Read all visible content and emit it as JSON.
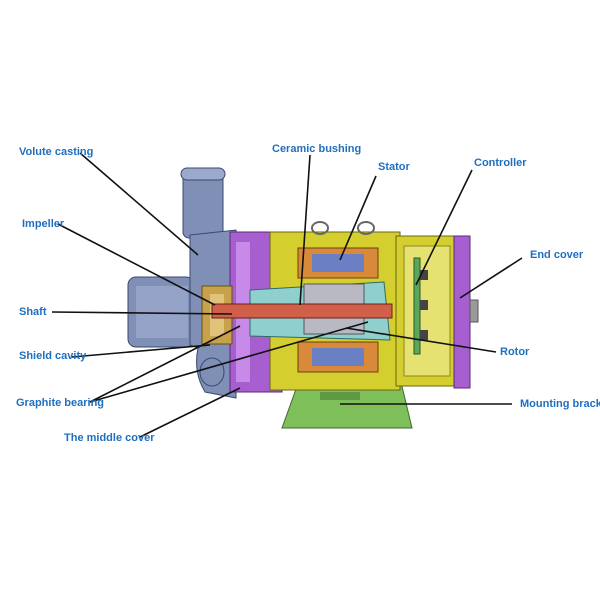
{
  "labels": {
    "volute_casting": "Volute casting",
    "impeller": "Impeller",
    "shaft": "Shaft",
    "shield_cavity": "Shield cavity",
    "graphite_bearing": "Graphite bearing",
    "middle_cover": "The middle cover",
    "ceramic_bushing": "Ceramic bushing",
    "stator": "Stator",
    "controller": "Controller",
    "end_cover": "End cover",
    "rotor": "Rotor",
    "mounting_bracket": "Mounting bracket"
  },
  "colors": {
    "label_text": "#1f6fbf",
    "leader_line": "#111111",
    "volute_blue": "#7f8fb6",
    "motor_yellow": "#d4cf2e",
    "cover_purple": "#a75fd0",
    "shaft_red": "#d1604a",
    "bracket_green": "#7fbf5a",
    "impeller_gold": "#c8a24a",
    "stator_teal": "#8fd0cf",
    "controller_green": "#5aa65a"
  }
}
